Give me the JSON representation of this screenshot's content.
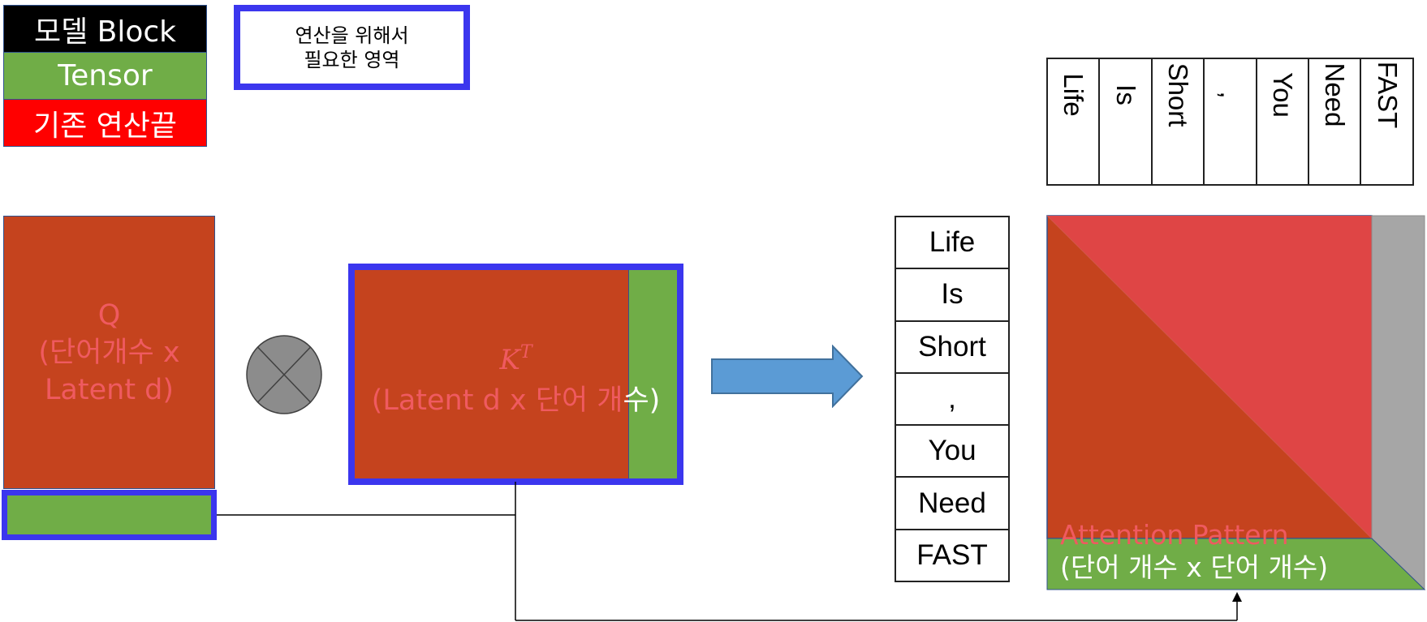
{
  "legend": {
    "model_block": "모델 Block",
    "tensor": "Tensor",
    "existing_op": "기존 연산끝",
    "note_line1": "연산을 위해서",
    "note_line2": "필요한 영역"
  },
  "colors": {
    "model_block": "#000000",
    "tensor": "#70ad47",
    "existing_op": "#ff0000",
    "matrix_fill": "#c5431e",
    "highlight_border": "#3b36ee",
    "arrow": "#5b9bd5",
    "attention_upper": "#df4545",
    "padding_gray": "#a6a6a6",
    "label_text": "#ef5a60"
  },
  "q_block": {
    "line1": "Q",
    "line2": "(단어개수 x",
    "line3": "Latent d)"
  },
  "operator": {
    "icon": "circled-times-icon"
  },
  "kt_block": {
    "symbol": "K",
    "superscript": "T",
    "label_red": "(Latent d x 단어 개",
    "label_white": "수)"
  },
  "tokens_column": [
    "Life",
    "Is",
    "Short",
    ",",
    "You",
    "Need",
    "FAST"
  ],
  "tokens_row": [
    "Life",
    "Is",
    "Short",
    ",",
    "You",
    "Need",
    "FAST"
  ],
  "attention": {
    "line1": "Attention Pattern",
    "line2": "(단어 개수 x 단어 개수)"
  }
}
